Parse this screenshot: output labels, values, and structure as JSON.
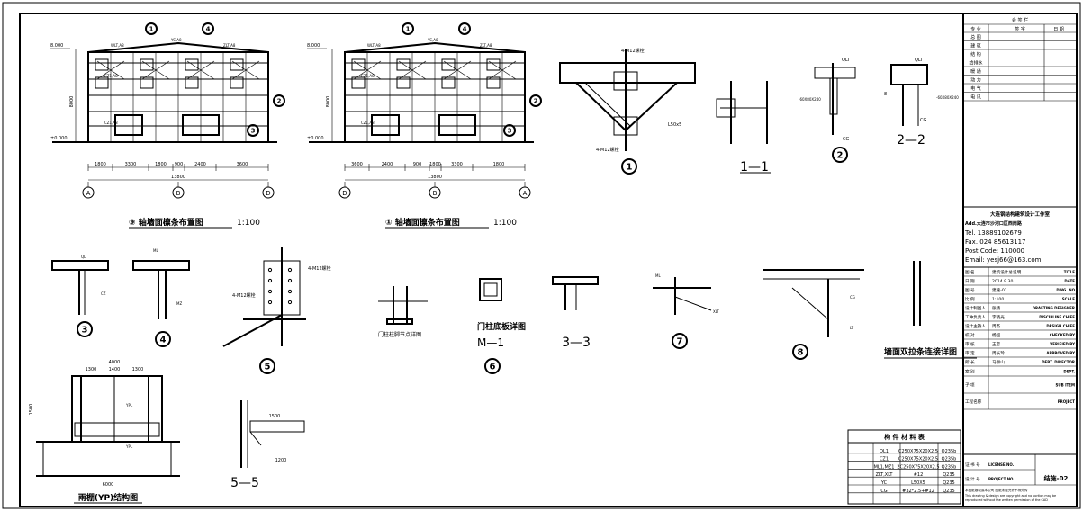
{
  "elev1": {
    "title": "⑨ 轴墙面檩条布置图",
    "scale": "1:100",
    "levels": [
      "8.000",
      "±0.000"
    ],
    "total": "13800",
    "dims": [
      "1800",
      "3300",
      "1800",
      "900",
      "2400",
      "3600"
    ],
    "axes": [
      "A",
      "B",
      "D"
    ],
    "height": "8000",
    "labels": [
      "CZ1,A8",
      "CZ1,A8",
      "WLT,A8",
      "YC,A8",
      "ZLT,A8",
      "CZ1,A8"
    ]
  },
  "elev2": {
    "title": "① 轴墙面檩条布置图",
    "scale": "1:100",
    "levels": [
      "8.000",
      "±0.000"
    ],
    "total": "13800",
    "dims": [
      "3600",
      "2400",
      "900",
      "1800",
      "3300",
      "1800"
    ],
    "axes": [
      "D",
      "B",
      "A"
    ],
    "height": "8000",
    "labels": [
      "CZ1,A8",
      "CZ1,A8",
      "WLT,A8",
      "YC,A8",
      "ZLT,A8"
    ]
  },
  "details": {
    "d1": {
      "num": "1",
      "labels": [
        "4-M12螺栓",
        "4-M12螺栓",
        "L50x5"
      ]
    },
    "s11": {
      "title": "1—1"
    },
    "d2": {
      "num": "2",
      "labels": [
        "QLT",
        "CG",
        "-60X80X240"
      ]
    },
    "s22": {
      "title": "2—2",
      "labels": [
        "QLT",
        "CG",
        "-60X80X240",
        "8"
      ]
    },
    "d3": {
      "num": "3",
      "labels": [
        "QL",
        "CZ"
      ]
    },
    "d4": {
      "num": "4",
      "labels": [
        "ML",
        "MZ"
      ]
    },
    "d5": {
      "num": "5",
      "labels": [
        "4-M12螺栓",
        "4-M12螺栓"
      ]
    },
    "d6": {
      "num": "6",
      "title_a": "门柱柱脚节点详图",
      "title_b": "门柱底板详图",
      "title_c": "M—1"
    },
    "s33": {
      "title": "3—3"
    },
    "d7": {
      "num": "7",
      "labels": [
        "ML",
        "XLT"
      ]
    },
    "d8": {
      "num": "8",
      "labels": [
        "CG",
        "LT"
      ]
    },
    "brace": {
      "title": "墙面双拉条连接详图"
    },
    "yp": {
      "title": "雨棚(YP)结构图",
      "dims": [
        "1300",
        "1400",
        "1300",
        "4000",
        "1500",
        "6000"
      ],
      "labels": [
        "YPL",
        "YPL"
      ]
    },
    "s55": {
      "title": "5—5",
      "dims": [
        "1200",
        "1500"
      ]
    }
  },
  "materials": {
    "title": "构 件 材 料 表",
    "rows": [
      [
        "",
        "QL1",
        "C250X75X20X2.5",
        "Q235b"
      ],
      [
        "",
        "CZ1",
        "C250X75X20X2.5",
        "Q235b"
      ],
      [
        "",
        "ML1,MZ1",
        "2C250X75X20X2.5",
        "Q235b"
      ],
      [
        "",
        "ZLT,XLT",
        "#12",
        "Q235"
      ],
      [
        "",
        "YC",
        "L50X5",
        "Q235"
      ],
      [
        "",
        "CG",
        "#32*2.5+#12",
        "Q235"
      ]
    ]
  },
  "titleblock": {
    "header": "会 签 栏",
    "cols": [
      "专 业",
      "签 字",
      "日 期"
    ],
    "disciplines": [
      "总 图",
      "建 筑",
      "结 构",
      "给排水",
      "暖 通",
      "动 力",
      "电 气",
      "电 讯"
    ],
    "company": "大连钢结构建筑设计工作室",
    "addr": "Add.大连市沙河口区西南路",
    "tel": "Tel. 13889102679",
    "fax": "Fax. 024 85613117",
    "post": "Post Code: 110000",
    "email": "Email: yesj66@163.com",
    "rows": [
      [
        "图 名",
        "建筑设计总说明",
        "TITLE"
      ],
      [
        "日 期",
        "2014.9.30",
        "DATE"
      ],
      [
        "图 号",
        "建施-01",
        "DWG. NO"
      ],
      [
        "比 例",
        "1:100",
        "SCALE"
      ],
      [
        "设计制图人",
        "张杨",
        "DRAFTING DESIGNER"
      ],
      [
        "工种负责人",
        "李晓光",
        "DISCIPLINE CHIEF"
      ],
      [
        "设计主持人",
        "周杰",
        "DESIGN CHIEF"
      ],
      [
        "校 对",
        "杨超",
        "CHECKED BY"
      ],
      [
        "审 核",
        "王恋",
        "VERIFIED BY"
      ],
      [
        "审 定",
        "周长玲",
        "APPROVED BY"
      ],
      [
        "所 长",
        "马群山",
        "DEPT. DIRECTOR"
      ],
      [
        "室 别",
        "",
        "DEPT."
      ],
      [
        "子 项",
        "",
        "SUB ITEM"
      ],
      [
        "工程名称",
        "",
        "PROJECT"
      ]
    ],
    "license_label": "证 书 号",
    "license_en": "LICENSE NO.",
    "proj_label": "设 计 号",
    "proj_en": "PROJECT NO.",
    "sheet_no": "结施-02",
    "note": "本图纸版权属本公司 图纸未经允许不得外传",
    "note_en": "This drawing & design are copyright and no portion may be reproduced without the written permission of the CAD"
  }
}
